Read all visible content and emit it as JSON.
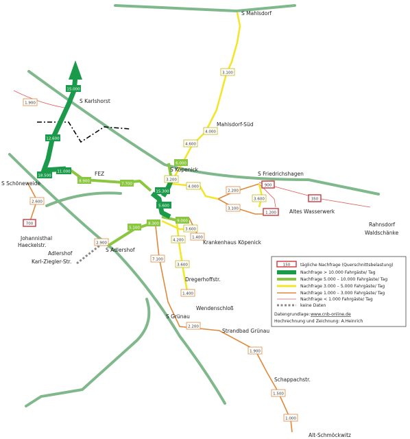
{
  "map": {
    "stations": {
      "mahlsdorf": "S Mahlsdorf",
      "karlshorst": "S Karlshorst",
      "mahlsdorf_sued": "Mahlsdorf-Süd",
      "koepenick": "S Köpenick",
      "friedrichshagen": "S Friedrichshagen",
      "schoeneweide": "S Schöneweide",
      "fez": "FEZ",
      "altes_wasserwerk": "Altes Wasserwerk",
      "rahnsdorf_1": "Rahnsdorf",
      "rahnsdorf_2": "Waldschänke",
      "johannisthal_1": "Johannisthal",
      "johannisthal_2": "Haeckelstr.",
      "adlershof": "S Adlershof",
      "ziegler_1": "Adlershof",
      "ziegler_2": "Karl-Ziegler-Str.",
      "krankenhaus": "Krankenhaus Köpenick",
      "dregerhoff": "Dregerhoffstr.",
      "wendenschloss": "Wendenschloß",
      "gruenau": "S Grünau",
      "strandbad": "Strandbad Grünau",
      "schappach": "Schappachstr.",
      "alt_schmoeckwitz": "Alt-Schmöckwitz"
    },
    "values": {
      "v15000": "15.000",
      "v12600": "12.600",
      "v11000": "11.000",
      "v18500": "18.500",
      "v8900": "8.900",
      "v7700": "7.700",
      "v15300": "15.300",
      "v3200": "3.200",
      "v6000": "6.000",
      "v4600": "4.600",
      "v4000a": "4.000",
      "v3100a": "3.100",
      "v1900a": "1.900",
      "v2600": "2.600",
      "v700": "700",
      "v5100": "5.100",
      "v8300": "8.300",
      "v2900": "2.900",
      "v5600": "5.600",
      "v9000": "9.000",
      "v3600a": "3.600",
      "v4200": "4.200",
      "v1400a": "1.400",
      "v3600b": "3.600",
      "v1400b": "1.400",
      "v4000b": "4.000",
      "v2200": "2.200",
      "v3100b": "3.100",
      "v3600c": "3.600",
      "v1200": "1.200",
      "v900": "900",
      "v350": "350",
      "v7100": "7.100",
      "v2200b": "2.200",
      "v1900b": "1.900",
      "v1500": "1.500",
      "v1000": "1.000"
    }
  },
  "legend": {
    "items": [
      {
        "label": "tägliche Nachfrage (Querschnittsbelastung)",
        "sample": "150",
        "kind": "box"
      },
      {
        "label": "Nachfrage > 10.000 Fahrgäste/ Tag",
        "color": "#1a9a4a",
        "width": 6
      },
      {
        "label": "Nachfrage 5.000 – 10.000 Fahrgäste/ Tag",
        "color": "#8ac640",
        "width": 4
      },
      {
        "label": "Nachfrage 3.000 – 5.000 Fahrgäste/ Tag",
        "color": "#f3e62a",
        "width": 3
      },
      {
        "label": "Nachfrage 1.000 – 3.000 Fahrgäste/ Tag",
        "color": "#e0883a",
        "width": 1.5
      },
      {
        "label": "Nachfrage < 1.000 Fahrgäste/ Tag",
        "color": "#e05a5a",
        "width": 0.8
      },
      {
        "label": "keine Daten",
        "color": "#888888",
        "kind": "dots"
      }
    ],
    "source_label": "Datengrundlage:",
    "source_link": "www.cnb-online.de",
    "credit": "Hochrechnung und Zeichnung: A.Heinrich"
  }
}
